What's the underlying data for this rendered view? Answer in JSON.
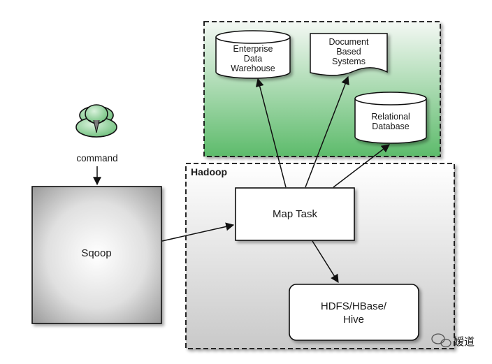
{
  "user": {
    "label": "command"
  },
  "sqoop": {
    "label": "Sqoop"
  },
  "hadoop": {
    "title": "Hadoop",
    "map_task": "Map Task",
    "hdfs": {
      "line1": "HDFS/HBase/",
      "line2": "Hive"
    }
  },
  "external": {
    "enterprise_dw": {
      "line1": "Enterprise",
      "line2": "Data",
      "line3": "Warehouse"
    },
    "document_systems": {
      "line1": "Document",
      "line2": "Based",
      "line3": "Systems"
    },
    "relational_db": {
      "line1": "Relational",
      "line2": "Database"
    }
  },
  "watermark": {
    "text": "嫒道"
  },
  "colors": {
    "external_gradient_top": "#f4f8f4",
    "external_gradient_bottom": "#5dbb6b",
    "hadoop_gradient_top": "#ffffff",
    "hadoop_gradient_bottom": "#c9c9c9",
    "sqoop_gradient_center": "#ffffff",
    "sqoop_gradient_edge": "#9a9a9a",
    "person_green": "#8fd39a",
    "stroke": "#111111"
  }
}
